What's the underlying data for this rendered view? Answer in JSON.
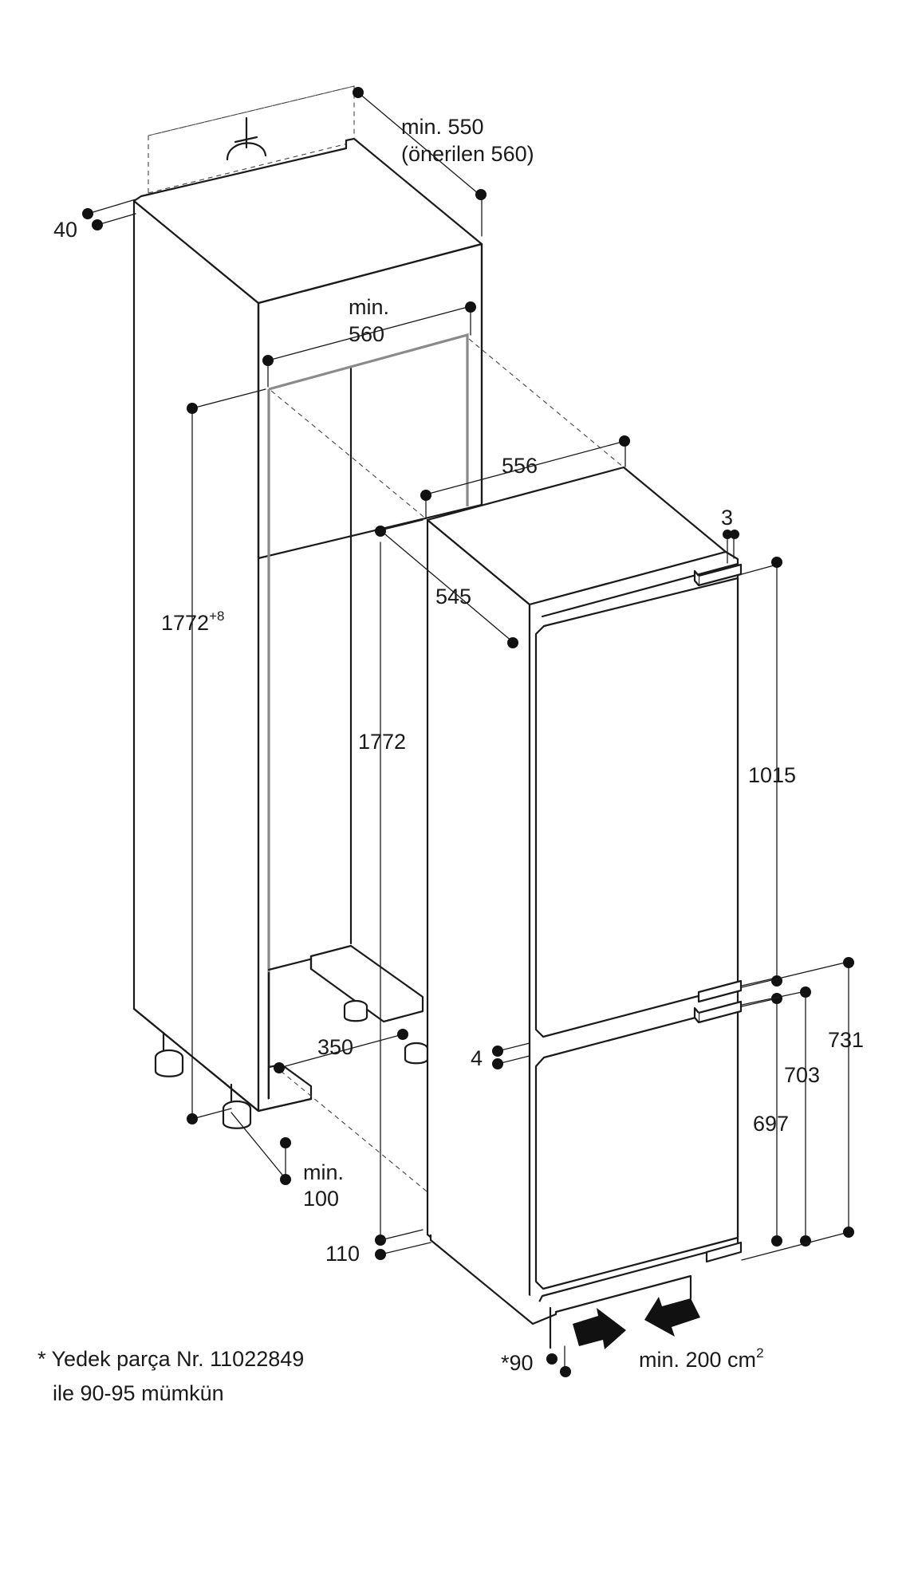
{
  "labels": {
    "min_550": "min. 550",
    "recommended_560": "(önerilen 560)",
    "niche_gap": "40",
    "min_label": "min.",
    "niche_width": "560",
    "niche_height": "1772",
    "niche_height_tolerance": "+8",
    "appliance_width": "556",
    "top_gap": "3",
    "appliance_depth": "545",
    "appliance_height": "1772",
    "upper_door": "1015",
    "plinth_depth": "350",
    "door_gap": "4",
    "lower_731": "731",
    "lower_703": "703",
    "lower_697": "697",
    "min_label_2": "min.",
    "plinth_100": "100",
    "base_110": "110",
    "plinth_90": "*90",
    "ventilation": "min. 200 cm",
    "ventilation_sup": "2"
  },
  "footnote": {
    "line1": "* Yedek parça Nr. 11022849",
    "line2": "ile 90-95 mümkün"
  },
  "colors": {
    "line": "#1a1a1a",
    "inner_frame": "#8a8a8a"
  }
}
